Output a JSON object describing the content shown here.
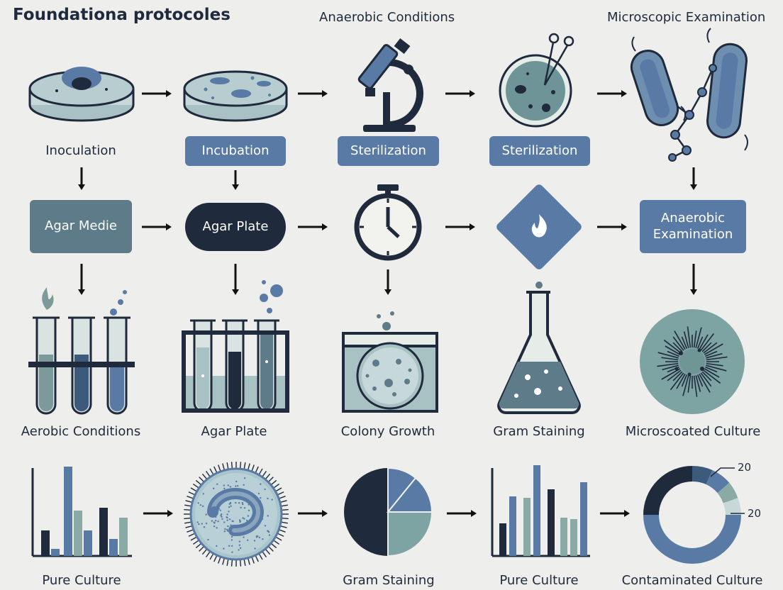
{
  "header": {
    "title": "Foundationa protocoles",
    "col2": "Anaerobic Conditions",
    "col3": "Microscopic Examination"
  },
  "row1": {
    "inoculation": "Inoculation",
    "incubation": "Incubation",
    "sterilization_a": "Sterilization",
    "sterilization_b": "Sterilization"
  },
  "row2": {
    "agar_medie": "Agar Medie",
    "agar_plate": "Agar Plate",
    "anaerobic_examination": "Anaerobic Examination"
  },
  "row3": {
    "aerobic_conditions": "Aerobic Conditions",
    "agar_plate": "Agar Plate",
    "colony_growth": "Colony Growth",
    "gram_staining": "Gram Staining",
    "microscoated_culture": "Microscoated Culture"
  },
  "row4": {
    "pure_culture_a": "Pure Culture",
    "gram_staining": "Gram Staining",
    "pure_culture_b": "Pure Culture",
    "contaminated_culture": "Contaminated Culture",
    "donut_label_top": "20",
    "donut_label_bottom": "20"
  },
  "colors": {
    "dark": "#1f2a3c",
    "blue": "#5a7aa6",
    "teal": "#8aaaa6",
    "slate": "#5d7b88",
    "light": "#c8d8d8"
  }
}
